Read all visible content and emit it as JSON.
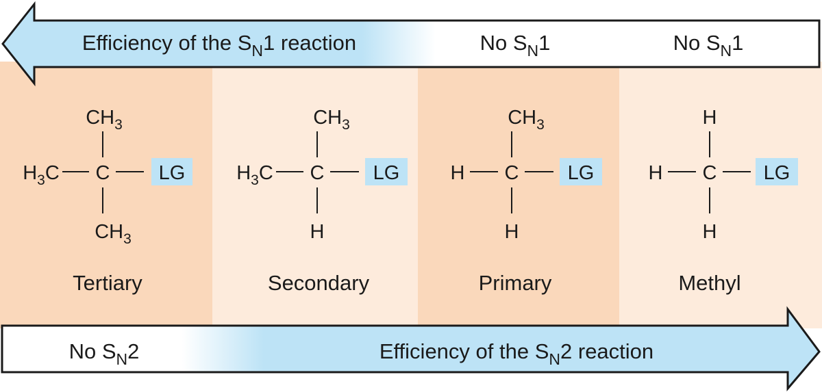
{
  "top_arrow": {
    "main": {
      "text": "Efficiency of the S",
      "sub": "N",
      "tail": "1 reaction"
    },
    "notes": [
      {
        "text": "No S",
        "sub": "N",
        "tail": "1"
      },
      {
        "text": "No S",
        "sub": "N",
        "tail": "1"
      }
    ]
  },
  "bottom_arrow": {
    "note": {
      "text": "No S",
      "sub": "N",
      "tail": "2"
    },
    "main": {
      "text": "Efficiency of the S",
      "sub": "N",
      "tail": "2 reaction"
    }
  },
  "substrates": [
    {
      "class_label": "Tertiary",
      "top": {
        "text": "CH",
        "sub": "3"
      },
      "left": {
        "text": "H",
        "sub": "3",
        "tail": "C"
      },
      "center": "C",
      "bottom": {
        "text": "CH",
        "sub": "3"
      },
      "leaving_group": "LG"
    },
    {
      "class_label": "Secondary",
      "top": {
        "text": "CH",
        "sub": "3"
      },
      "left": {
        "text": "H",
        "sub": "3",
        "tail": "C"
      },
      "center": "C",
      "bottom": {
        "text": "H"
      },
      "leaving_group": "LG"
    },
    {
      "class_label": "Primary",
      "top": {
        "text": "CH",
        "sub": "3"
      },
      "left": {
        "text": "H"
      },
      "center": "C",
      "bottom": {
        "text": "H"
      },
      "leaving_group": "LG"
    },
    {
      "class_label": "Methyl",
      "top": {
        "text": "H"
      },
      "left": {
        "text": "H"
      },
      "center": "C",
      "bottom": {
        "text": "H"
      },
      "leaving_group": "LG"
    }
  ],
  "colors": {
    "panel_dark": "#fad8bb",
    "panel_light": "#fdebdc",
    "arrow_blue": "#bde3f6",
    "lg_highlight": "#bde3f6",
    "ink": "#1a1a1a"
  }
}
